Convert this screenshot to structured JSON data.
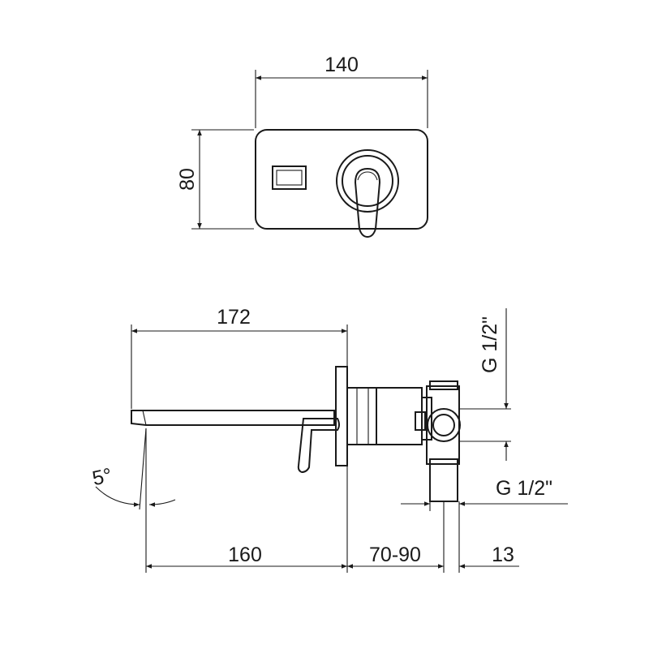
{
  "top_view": {
    "width_label": "140",
    "height_label": "80"
  },
  "side_view": {
    "length_label": "172",
    "angle_label": "5°",
    "spout_label": "160",
    "depth_label": "70-90",
    "offset_label": "13",
    "thread_top_label": "G 1/2\"",
    "thread_bottom_label": "G 1/2\""
  },
  "colors": {
    "line": "#1a1a1a",
    "background": "#ffffff"
  }
}
